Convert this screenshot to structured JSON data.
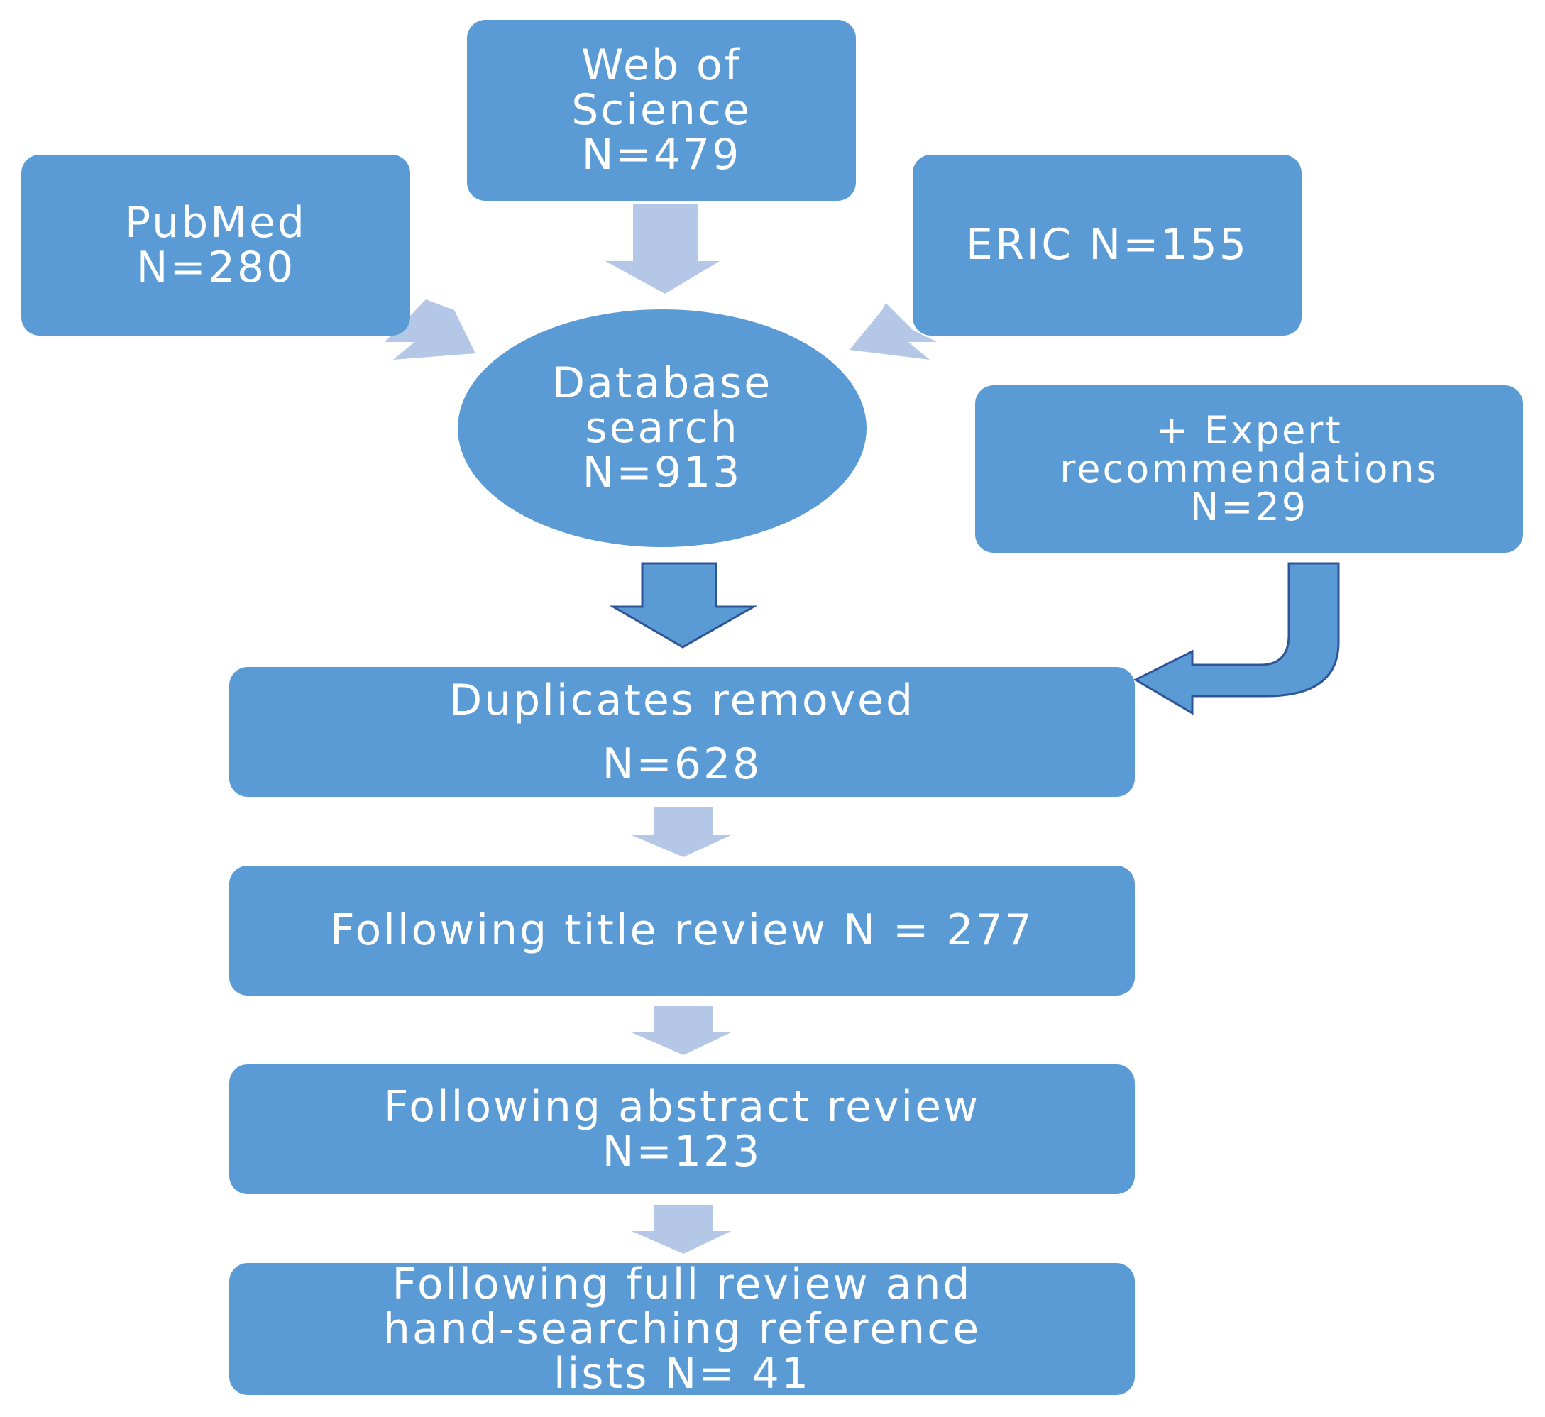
{
  "sources": {
    "web_of_science": {
      "lines": [
        "Web of",
        "Science",
        "N=479"
      ]
    },
    "pubmed": {
      "lines": [
        "PubMed",
        "N=280"
      ]
    },
    "eric": {
      "lines": [
        "ERIC N=155"
      ]
    }
  },
  "database_search": {
    "lines": [
      "Database",
      "search",
      "N=913"
    ]
  },
  "expert": {
    "lines": [
      "+ Expert",
      "recommendations",
      "N=29"
    ]
  },
  "steps": {
    "duplicates": {
      "lines": [
        "Duplicates removed",
        "N=628"
      ]
    },
    "title_review": {
      "lines": [
        "Following title review N = 277"
      ]
    },
    "abstract_review": {
      "lines": [
        "Following abstract review",
        "N=123"
      ]
    },
    "full_review": {
      "lines": [
        "Following full review and",
        "hand-searching reference",
        "lists  N= 41"
      ]
    }
  },
  "colors": {
    "box_fill": "#5b9bd5",
    "light_arrow": "#b4c7e7",
    "dark_arrow": "#4472c4",
    "text": "#ffffff"
  }
}
